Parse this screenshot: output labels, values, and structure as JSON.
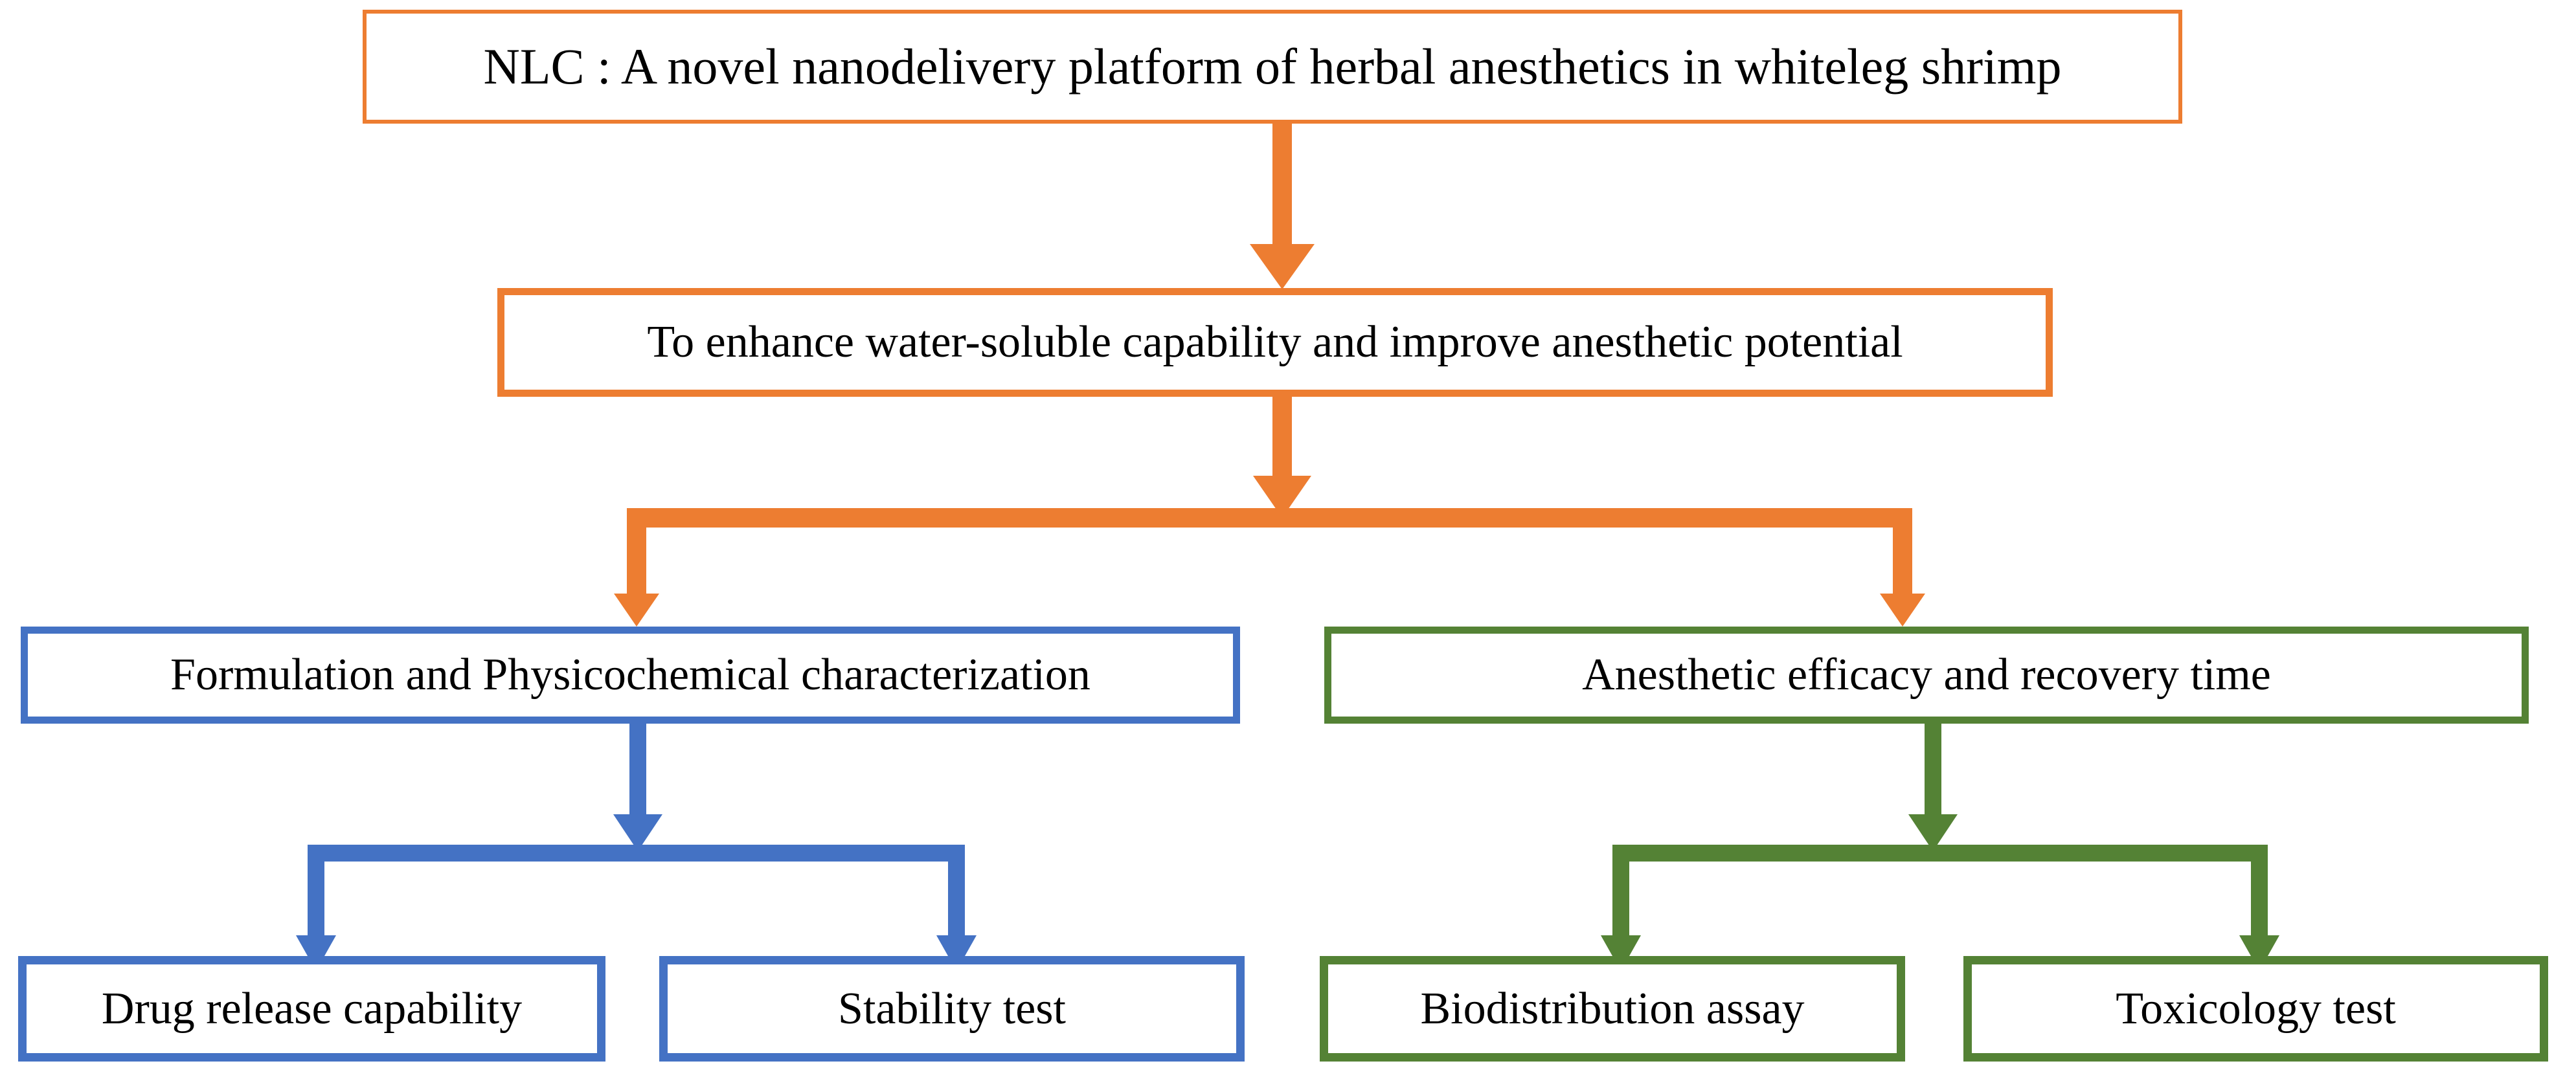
{
  "diagram": {
    "title": "NLC research workflow flowchart",
    "colors": {
      "orange": "#ED7D31",
      "blue": "#4472C4",
      "green": "#548235",
      "text": "#000000",
      "background": "#FFFFFF"
    },
    "nodes": {
      "title": {
        "label": "NLC : A novel nanodelivery platform of herbal anesthetics in whiteleg shrimp",
        "level": 1,
        "color": "#ED7D31"
      },
      "objective": {
        "label": "To enhance water-soluble capability and improve anesthetic potential",
        "level": 2,
        "color": "#ED7D31"
      },
      "formulation": {
        "label": "Formulation and Physicochemical characterization",
        "level": 3,
        "color": "#4472C4"
      },
      "efficacy": {
        "label": "Anesthetic efficacy and recovery time",
        "level": 3,
        "color": "#548235"
      },
      "drug_release": {
        "label": "Drug release capability",
        "level": 4,
        "color": "#4472C4"
      },
      "stability": {
        "label": "Stability test",
        "level": 4,
        "color": "#4472C4"
      },
      "biodistribution": {
        "label": "Biodistribution assay",
        "level": 4,
        "color": "#548235"
      },
      "toxicology": {
        "label": "Toxicology test",
        "level": 4,
        "color": "#548235"
      }
    },
    "edges": [
      {
        "from": "title",
        "to": "objective",
        "color": "#ED7D31",
        "style": "straight-down-arrow"
      },
      {
        "from": "objective",
        "to": "formulation",
        "color": "#ED7D31",
        "style": "split-left-arrow"
      },
      {
        "from": "objective",
        "to": "efficacy",
        "color": "#ED7D31",
        "style": "split-right-arrow"
      },
      {
        "from": "formulation",
        "to": "drug_release",
        "color": "#4472C4",
        "style": "split-left-arrow"
      },
      {
        "from": "formulation",
        "to": "stability",
        "color": "#4472C4",
        "style": "split-right-arrow"
      },
      {
        "from": "efficacy",
        "to": "biodistribution",
        "color": "#548235",
        "style": "split-left-arrow"
      },
      {
        "from": "efficacy",
        "to": "toxicology",
        "color": "#548235",
        "style": "split-right-arrow"
      }
    ]
  }
}
